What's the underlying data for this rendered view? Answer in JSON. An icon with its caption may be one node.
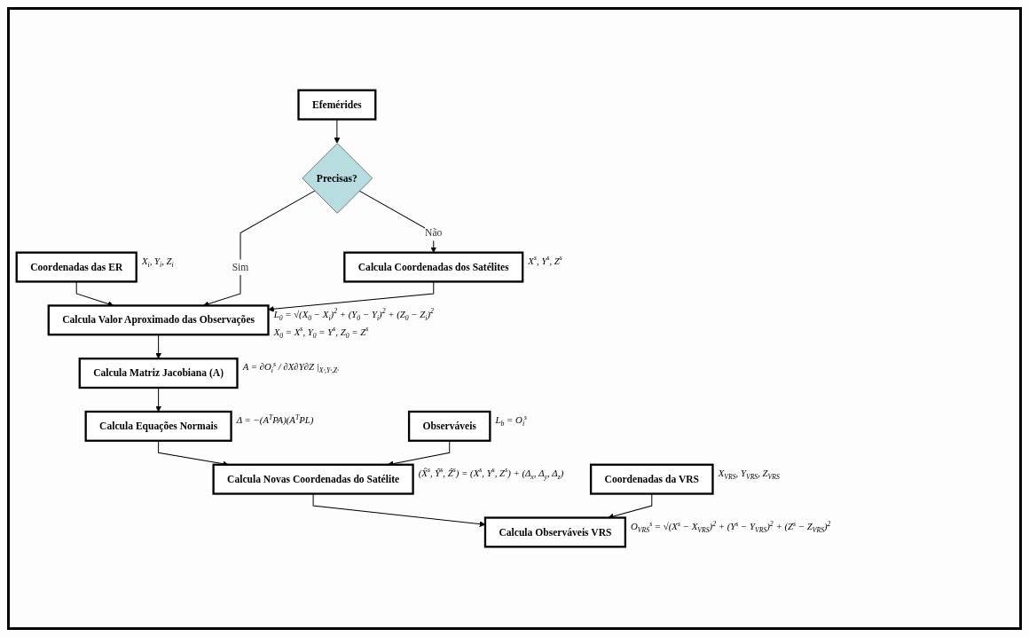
{
  "diagram": {
    "nodes": [
      {
        "text": [
          "Coordenadas da VRS"
        ],
        "beside": [
          "X$_{VRS}$, Y$_{VRS}$, Z$_{VRS}$"
        ]
      },
      {
        "text": [
          "Coordenadas das ER"
        ],
        "beside": [
          "X$_{i}$, Y$_{i}$, Z$_{i}$"
        ]
      },
      {
        "text": [
          "Efemérides"
        ]
      },
      {
        "text": [
          "Observáveis"
        ],
        "beside": [
          "L$_{b}$ = O$_{i}$$^{s}$"
        ]
      },
      {
        "text": [
          "Precisas?"
        ]
      },
      {
        "text": [
          "Calcula Coordenadas dos Satélites"
        ],
        "beside": [
          "X$^{s}$, Y$^{s}$, Z$^{s}$"
        ]
      },
      {
        "text": [
          "Calcula Valor Aproximado das Observações"
        ],
        "beside": [
          "L$_{0}$ = √(X$_{0}$ − X$_{i}$)$^{2}$ + (Y$_{0}$ − Y$_{i}$)$^{2}$ + (Z$_{0}$ − Z$_{i}$)$^{2}$",
          "X$_{0}$ = X$^{s}$, Y$_{0}$ = Y$^{s}$, Z$_{0}$ = Z$^{s}$"
        ]
      },
      {
        "text": [
          "Calcula Matriz Jacobiana (A)"
        ],
        "beside": [
          "A = ∂O$_{i}$$^{s}$ / ∂X∂Y∂Z |$_{Xˢ,Yˢ,Zˢ}$"
        ]
      },
      {
        "text": [
          "Calcula Equações Normais"
        ],
        "beside": [
          "Δ = −(A$^{T}$PA)(A$^{T}$PL)"
        ]
      },
      {
        "text": [
          "Calcula Novas Coordenadas do Satélite"
        ],
        "beside": [
          "(X̂$^{s}$, Ŷ$^{s}$, Ẑ$^{s}$) = (X$^{s}$, Y$^{s}$, Z$^{s}$) + (Δ$_{x}$, Δ$_{y}$, Δ$_{z}$)"
        ]
      },
      {
        "text": [
          "Calcula Observáveis VRS"
        ],
        "beside": [
          "O$_{VRS}$$^{s}$ = √(X$^{s}$ − X$_{VRS}$)$^{2}$ + (Y$^{s}$ − Y$_{VRS}$)$^{2}$ + (Z$^{s}$ − Z$_{VRS}$)$^{2}$"
        ]
      }
    ],
    "edges": [
      {
        "from": 2,
        "to": 4,
        "arrow": "to"
      },
      {
        "from": 4,
        "to": 5,
        "label": "Não",
        "arrow": "to"
      },
      {
        "from": 1,
        "to": 6,
        "arrow": "to"
      },
      {
        "from": 4,
        "to": 6,
        "label": "Sim",
        "arrow": "to"
      },
      {
        "from": 5,
        "to": 6,
        "arrow": "to"
      },
      {
        "from": 6,
        "to": 7,
        "arrow": "to"
      },
      {
        "from": 7,
        "to": 8,
        "arrow": "to"
      },
      {
        "from": 8,
        "to": 9,
        "arrow": "to"
      },
      {
        "from": 3,
        "to": 9,
        "arrow": "to"
      },
      {
        "from": 9,
        "to": 10,
        "arrow": "to"
      },
      {
        "from": 0,
        "to": 10,
        "arrow": "to"
      }
    ]
  }
}
